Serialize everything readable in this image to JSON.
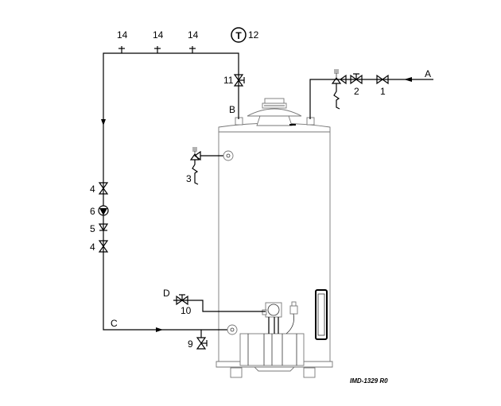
{
  "diagram": {
    "labels": {
      "point_a": "A",
      "point_b": "B",
      "point_c": "C",
      "point_d": "D",
      "item_1": "1",
      "item_2": "2",
      "item_3": "3",
      "item_4_upper": "4",
      "item_4_lower": "4",
      "item_5": "5",
      "item_6": "6",
      "item_9": "9",
      "item_10": "10",
      "item_11": "11",
      "item_12": "12",
      "item_14_a": "14",
      "item_14_b": "14",
      "item_14_c": "14",
      "thermometer_symbol": "T"
    },
    "reference": "IMD-1329 R0"
  }
}
